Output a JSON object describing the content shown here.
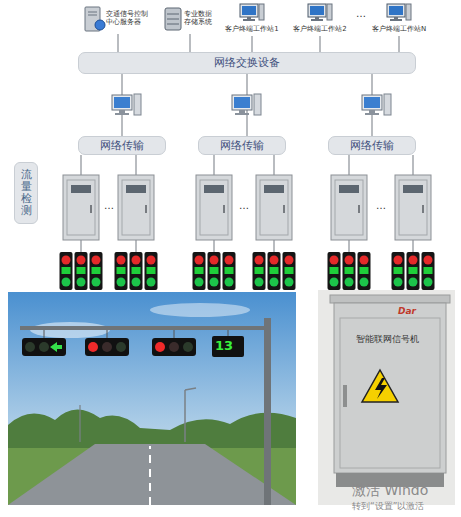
{
  "diagram": {
    "nodes": [
      {
        "text": [
          "交通信号控制中心服务器"
        ]
      },
      {
        "text": [
          "专业数据存储系统"
        ]
      },
      {
        "text": [
          "客户终端工作站1"
        ]
      },
      {
        "text": [
          "客户终端工作站2"
        ]
      },
      {
        "text": [
          "客户终端工作站N"
        ]
      },
      {
        "text": [
          "网络交换设备"
        ]
      },
      {
        "text": [
          "网络传输"
        ]
      },
      {
        "text": [
          "网络传输"
        ]
      },
      {
        "text": [
          "网络传输"
        ]
      },
      {
        "text": [
          "流量检测"
        ]
      }
    ],
    "edges": [
      {
        "from": 0,
        "to": 5,
        "arrow": "none"
      },
      {
        "from": 1,
        "to": 5,
        "arrow": "none"
      },
      {
        "from": 2,
        "to": 5,
        "arrow": "none"
      },
      {
        "from": 3,
        "to": 5,
        "arrow": "none"
      },
      {
        "from": 4,
        "to": 5,
        "arrow": "none"
      },
      {
        "from": 5,
        "to": 6,
        "arrow": "none"
      },
      {
        "from": 5,
        "to": 7,
        "arrow": "none"
      },
      {
        "from": 5,
        "to": 8,
        "arrow": "none"
      }
    ],
    "labels": [
      "…",
      "…",
      "…",
      "…",
      "13",
      "Dar",
      "智能联网信号机",
      "激活 Windo",
      "转到“设置”以激活"
    ]
  }
}
